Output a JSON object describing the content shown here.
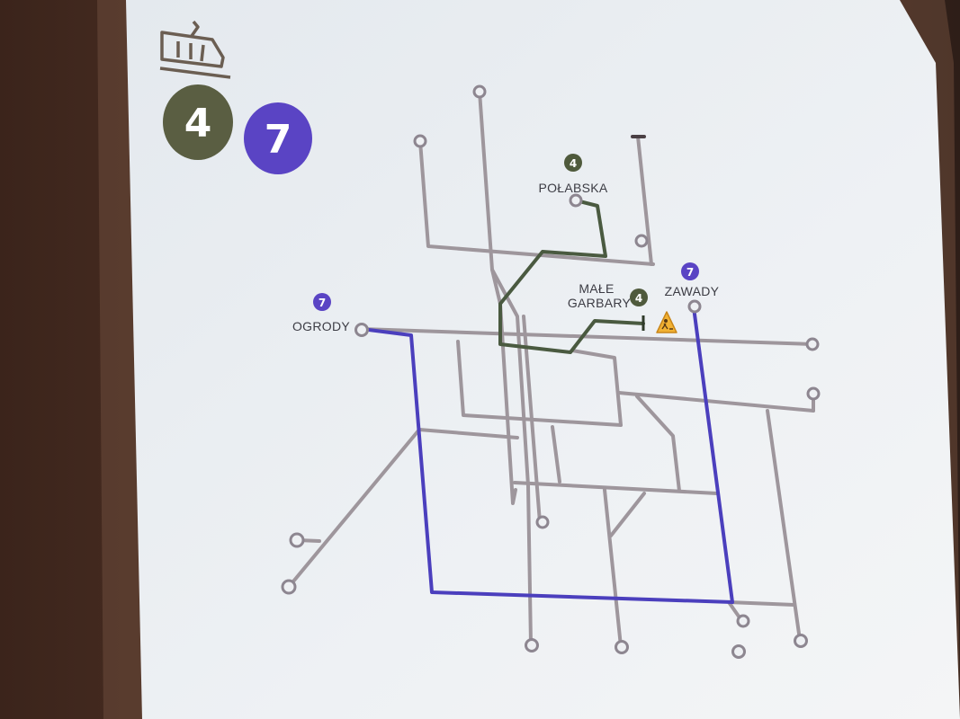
{
  "legend": {
    "tram_icon": "tram-icon",
    "routes": [
      {
        "number": "4",
        "color": "#5a5e42"
      },
      {
        "number": "7",
        "color": "#5a44c4"
      }
    ]
  },
  "stations": {
    "polabska": {
      "name": "POŁABSKA",
      "route": "4"
    },
    "male_garbary": {
      "name_line1": "MAŁE",
      "name_line2": "GARBARY",
      "route": "4"
    },
    "zawady": {
      "name": "ZAWADY",
      "route": "7"
    },
    "ogrody": {
      "name": "OGRODY",
      "route": "7"
    }
  },
  "icons": {
    "roadworks": "roadworks-warning-icon"
  },
  "colors": {
    "network": "#9e969c",
    "route4": "#4a5a40",
    "route7": "#4b3fbd",
    "screen": "#e8ecf0",
    "warning": "#f2b233"
  }
}
